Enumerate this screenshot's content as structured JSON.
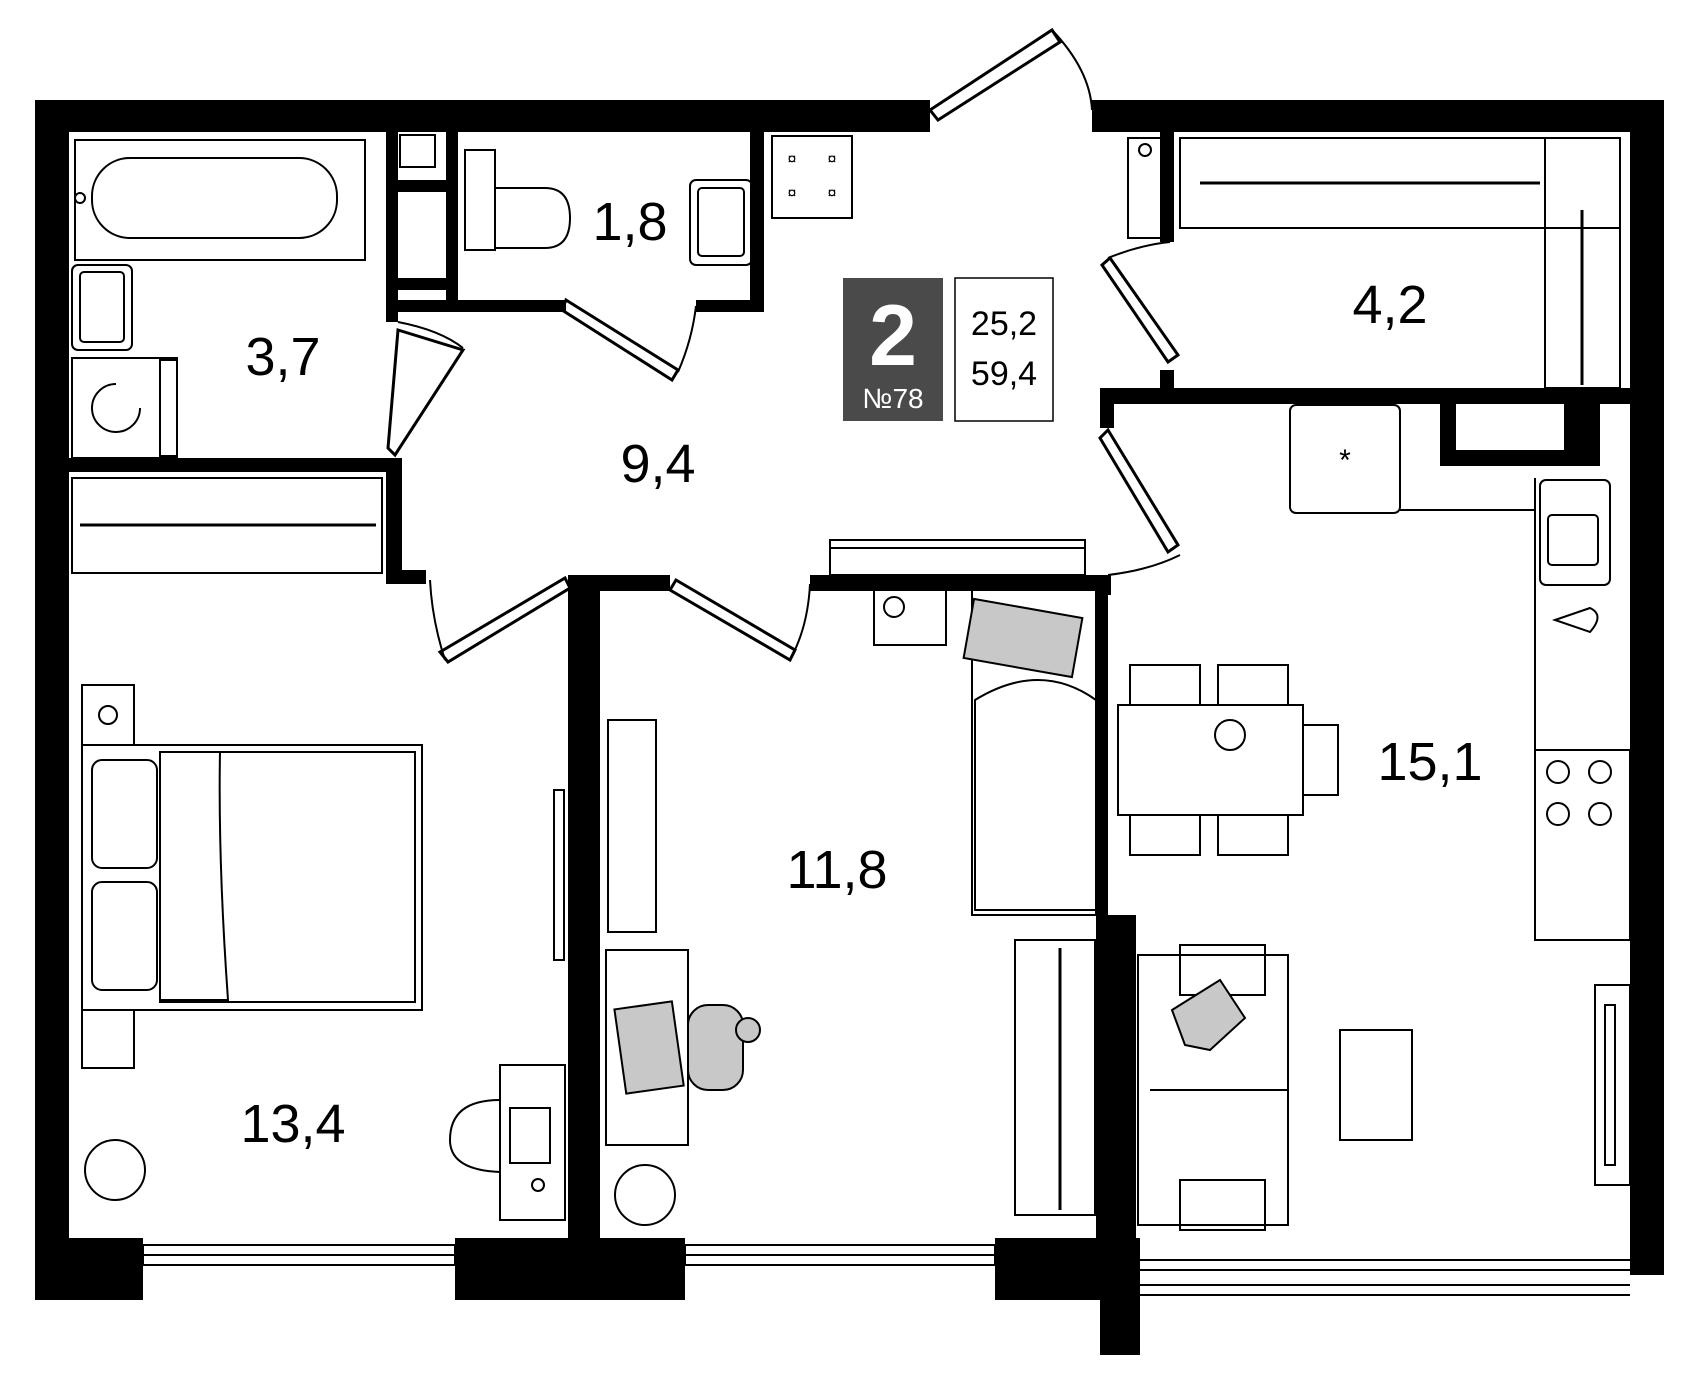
{
  "apartment": {
    "rooms": "2",
    "number": "№78",
    "living_area": "25,2",
    "total_area": "59,4",
    "badge_color": "#4a4a4a"
  },
  "rooms": {
    "bathroom": "3,7",
    "wc": "1,8",
    "hall": "9,4",
    "storage": "4,2",
    "bedroom": "13,4",
    "room2": "11,8",
    "kitchen": "15,1"
  },
  "colors": {
    "walls": "#000000",
    "furniture_fill": "#c8c8c8",
    "background": "#ffffff"
  }
}
